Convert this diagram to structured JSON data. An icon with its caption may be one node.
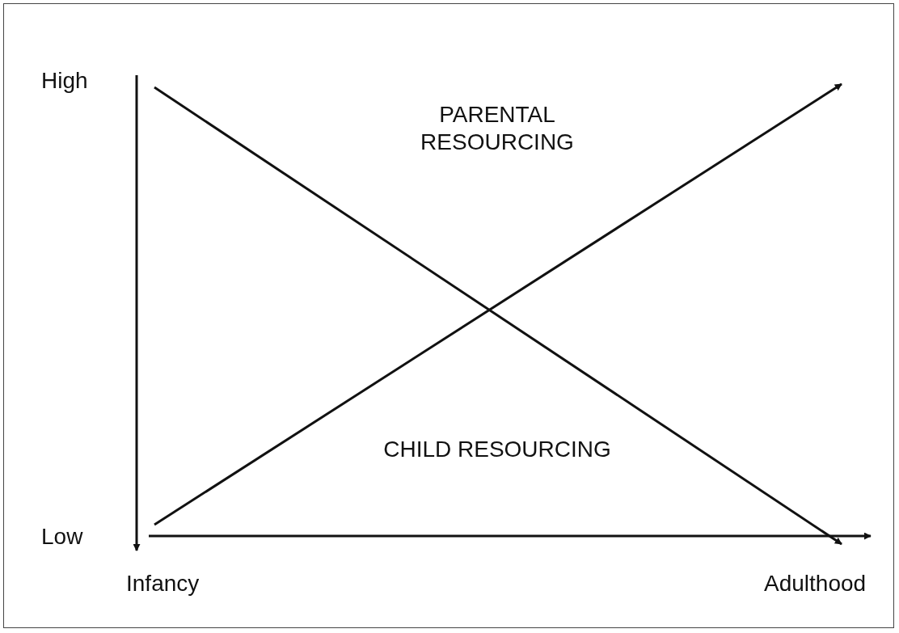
{
  "diagram": {
    "labels": [
      "High",
      "PARENTAL RESOURCING",
      "CHILD RESOURCING",
      "Low",
      "Infancy",
      "Adulthood"
    ]
  }
}
